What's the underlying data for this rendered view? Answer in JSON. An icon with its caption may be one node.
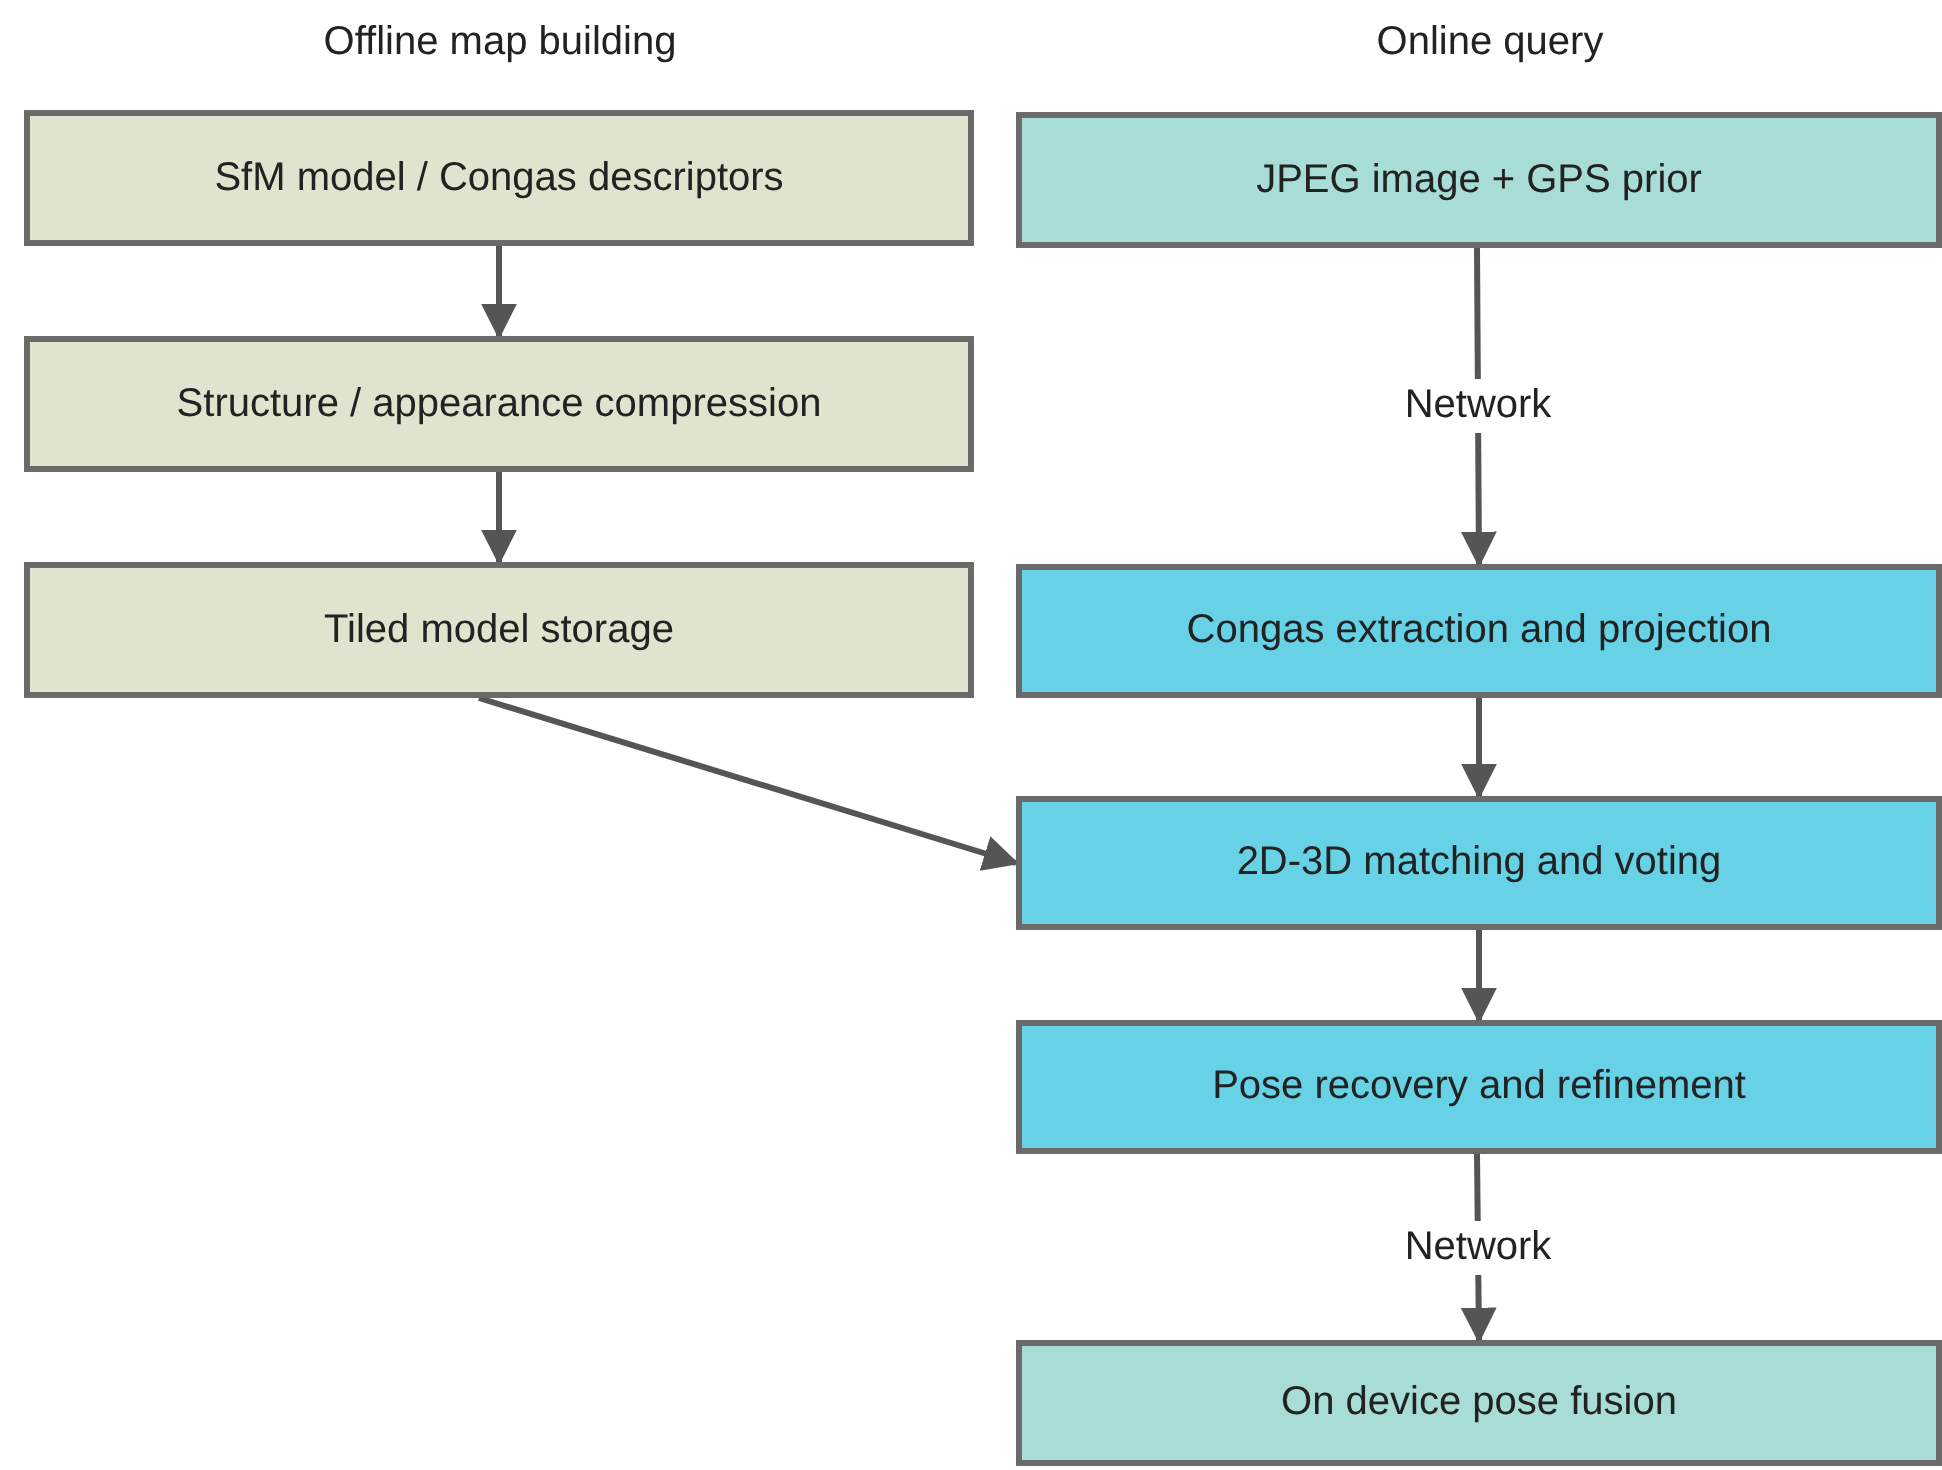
{
  "diagram": {
    "nodes": [
      {
        "text": [
          "SfM model / Congas descriptors"
        ]
      },
      {
        "text": [
          "Structure / appearance compression"
        ]
      },
      {
        "text": [
          "Tiled model storage"
        ]
      },
      {
        "text": [
          "JPEG image + GPS prior"
        ]
      },
      {
        "text": [
          "Congas extraction and projection"
        ]
      },
      {
        "text": [
          "2D-3D matching and voting"
        ]
      },
      {
        "text": [
          "Pose recovery and refinement"
        ]
      },
      {
        "text": [
          "On device pose fusion"
        ]
      }
    ],
    "edges": [
      {
        "from": 0,
        "to": 1,
        "arrow": "to"
      },
      {
        "from": 1,
        "to": 2,
        "arrow": "to"
      },
      {
        "from": 3,
        "to": 4,
        "arrow": "to",
        "label": "Network"
      },
      {
        "from": 4,
        "to": 5,
        "arrow": "to"
      },
      {
        "from": 2,
        "to": 5,
        "arrow": "to"
      },
      {
        "from": 5,
        "to": 6,
        "arrow": "to"
      },
      {
        "from": 6,
        "to": 7,
        "arrow": "to",
        "label": "Network"
      }
    ],
    "labels": [
      "Offline map building",
      "Online query"
    ]
  }
}
